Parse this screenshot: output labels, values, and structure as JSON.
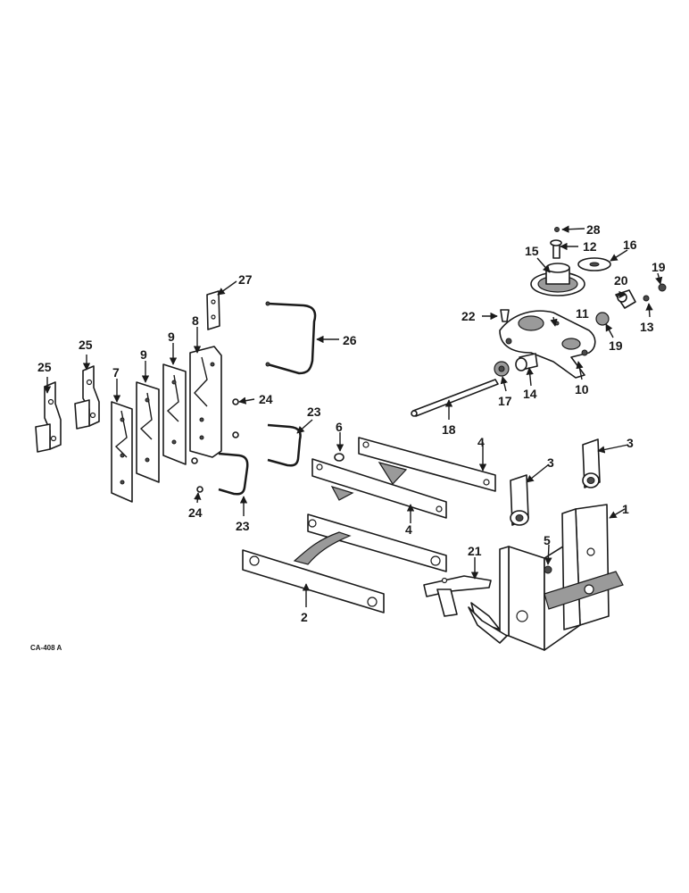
{
  "diagram": {
    "drawing_code": "CA-408 A",
    "callouts": [
      "1",
      "2",
      "3",
      "3",
      "4",
      "4",
      "5",
      "6",
      "7",
      "8",
      "9",
      "9",
      "10",
      "11",
      "12",
      "13",
      "14",
      "15",
      "16",
      "17",
      "18",
      "19",
      "19",
      "20",
      "21",
      "22",
      "23",
      "23",
      "24",
      "24",
      "25",
      "25",
      "26",
      "27",
      "28"
    ]
  }
}
